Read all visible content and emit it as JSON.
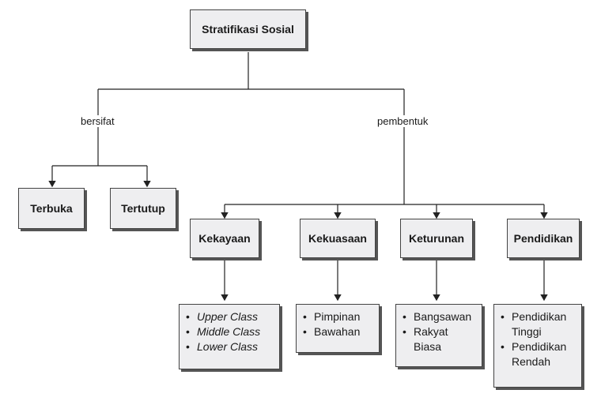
{
  "root": "Stratifikasi Sosial",
  "edge_labels": {
    "left": "bersifat",
    "right": "pembentuk"
  },
  "sifat": [
    "Terbuka",
    "Tertutup"
  ],
  "pembentuk": [
    {
      "label": "Kekayaan",
      "items": [
        "Upper Class",
        "Middle Class",
        "Lower Class"
      ]
    },
    {
      "label": "Kekuasaan",
      "items": [
        "Pimpinan",
        "Bawahan"
      ]
    },
    {
      "label": "Keturunan",
      "items": [
        "Bangsawan",
        "Rakyat Biasa"
      ]
    },
    {
      "label": "Pendidikan",
      "items": [
        "Pendidikan Tinggi",
        "Pendidikan Rendah"
      ]
    }
  ]
}
